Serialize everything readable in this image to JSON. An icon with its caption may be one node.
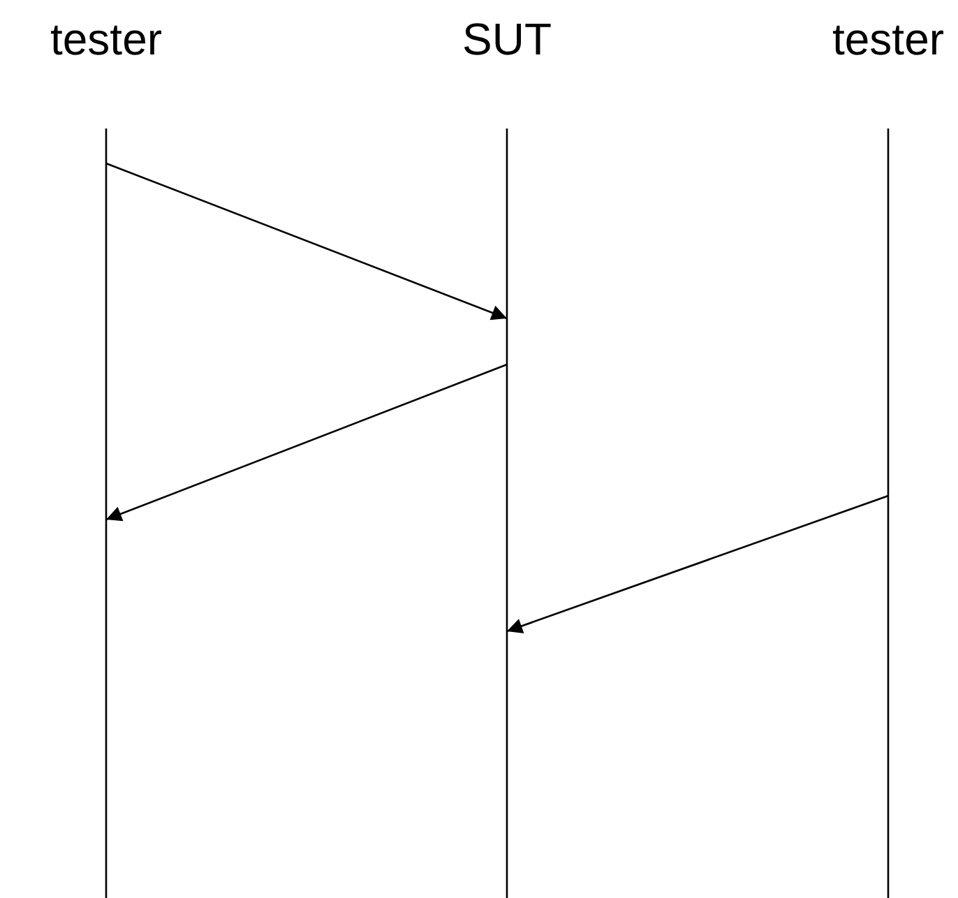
{
  "diagram": {
    "nodes": [
      {
        "text": [
          "tester"
        ]
      },
      {
        "text": [
          "SUT"
        ]
      },
      {
        "text": [
          "tester"
        ]
      }
    ],
    "edges": [
      {
        "from": 0,
        "to": 1,
        "arrow": "to"
      },
      {
        "from": 1,
        "to": 0,
        "arrow": "to"
      },
      {
        "from": 2,
        "to": 1,
        "arrow": "to"
      }
    ]
  }
}
